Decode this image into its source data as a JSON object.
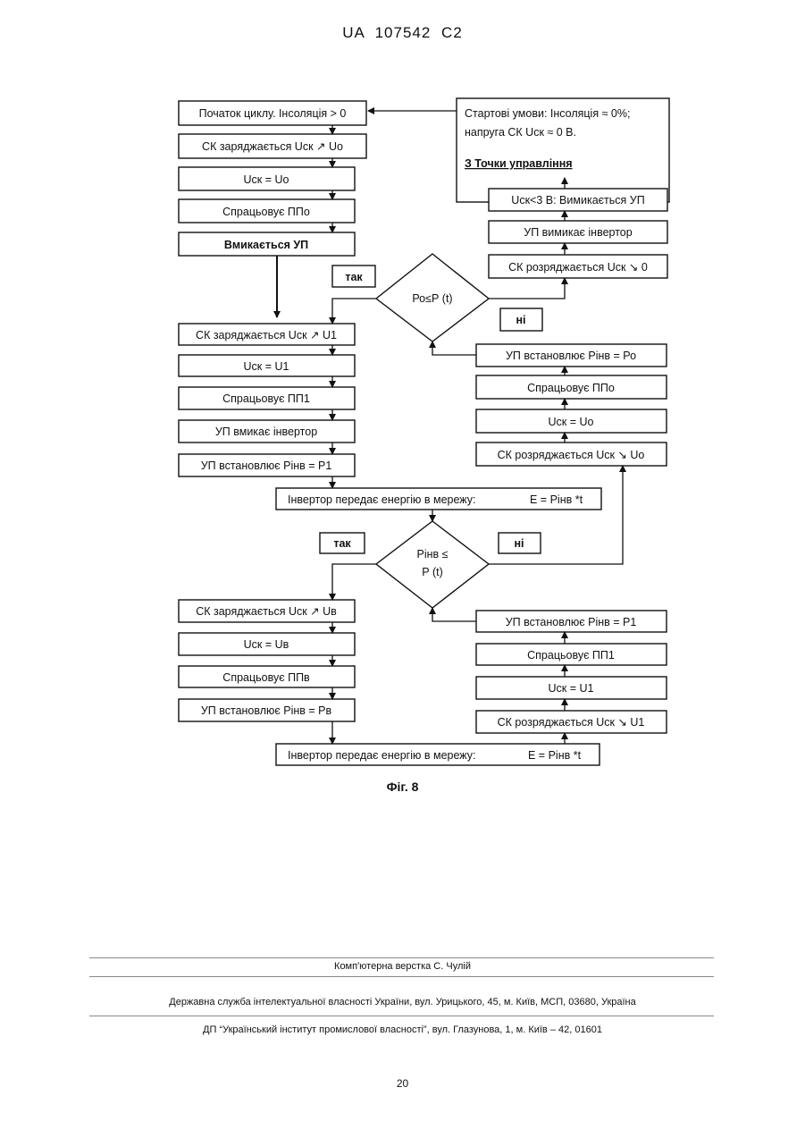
{
  "header": {
    "doc_number": "UA   107542   C2"
  },
  "flow": {
    "left1": [
      "Початок циклу. Інсоляція > 0",
      "СК заряджається  Uск ↗ Uо",
      "Uск = Uо",
      "Спрацьовує ППо",
      "Вмикається УП"
    ],
    "start_conditions": {
      "line1": "Стартові умови:   Інсоляція ≈ 0%;",
      "line2": "напруга СК  Uск ≈ 0 В.",
      "line3": "З Точки управління"
    },
    "right1": [
      "Uск<3 В:   Вимикається УП",
      "УП вимикає інвертор",
      "СК розряджається  Uск ↘ 0"
    ],
    "decision1": {
      "text": "Ро≤Р (t)",
      "yes": "так",
      "no": "ні"
    },
    "left2": [
      "СК заряджається  Uск ↗ U1",
      "Uск = U1",
      "Спрацьовує ПП1",
      "УП вмикає інвертор",
      "УП встановлює Рінв = Р1"
    ],
    "right2": [
      "УП встановлює Рінв = Ро",
      "Спрацьовує ППо",
      "Uск = Uо",
      "СК розряджається  Uск ↘ Uо"
    ],
    "transfer1": {
      "text": "Інвертор передає енергію в мережу:",
      "formula": "Е = Рінв *t"
    },
    "decision2": {
      "line1": "Рінв  ≤",
      "line2": "Р (t)",
      "yes": "так",
      "no": "ні"
    },
    "left3": [
      "СК заряджається  Uск ↗ Uв",
      "Uск = Uв",
      "Спрацьовує ППв",
      "УП встановлює Рінв = Рв"
    ],
    "right3": [
      "УП встановлює Рінв = Р1",
      "Спрацьовує ПП1",
      "Uск = U1",
      "СК розряджається  Uск ↘ U1"
    ],
    "transfer2": {
      "text": "Інвертор передає енергію в мережу:",
      "formula": "Е = Рінв *t"
    }
  },
  "caption": "Фіг. 8",
  "footer": {
    "credit": "Комп'ютерна верстка С. Чулій",
    "office": "Державна служба інтелектуальної власності України, вул. Урицького, 45, м. Київ, МСП, 03680, Україна",
    "institute": "ДП “Український інститут промислової власності”, вул. Глазунова, 1, м. Київ – 42, 01601",
    "page_number": "20"
  }
}
